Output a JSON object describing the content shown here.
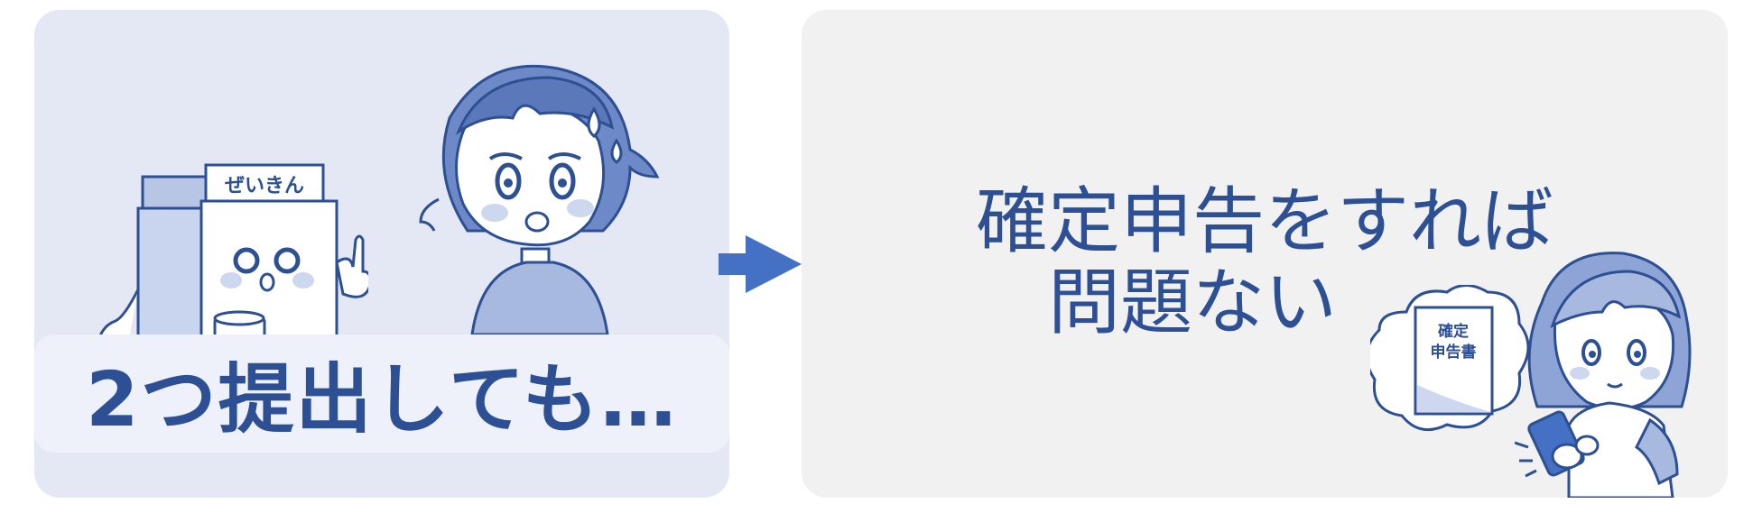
{
  "left_panel": {
    "caption": "2つ提出しても…",
    "box_label": "ぜいきん",
    "coin_symbol": "¥"
  },
  "right_panel": {
    "headline_line1": "確定申告をすれば",
    "headline_line2": "問題ない",
    "document_label_line1": "確定",
    "document_label_line2": "申告書"
  },
  "colors": {
    "primary": "#2d4f93",
    "left_bg": "#e3e8f4",
    "right_bg": "#f1f1f1",
    "arrow": "#4471c4"
  }
}
